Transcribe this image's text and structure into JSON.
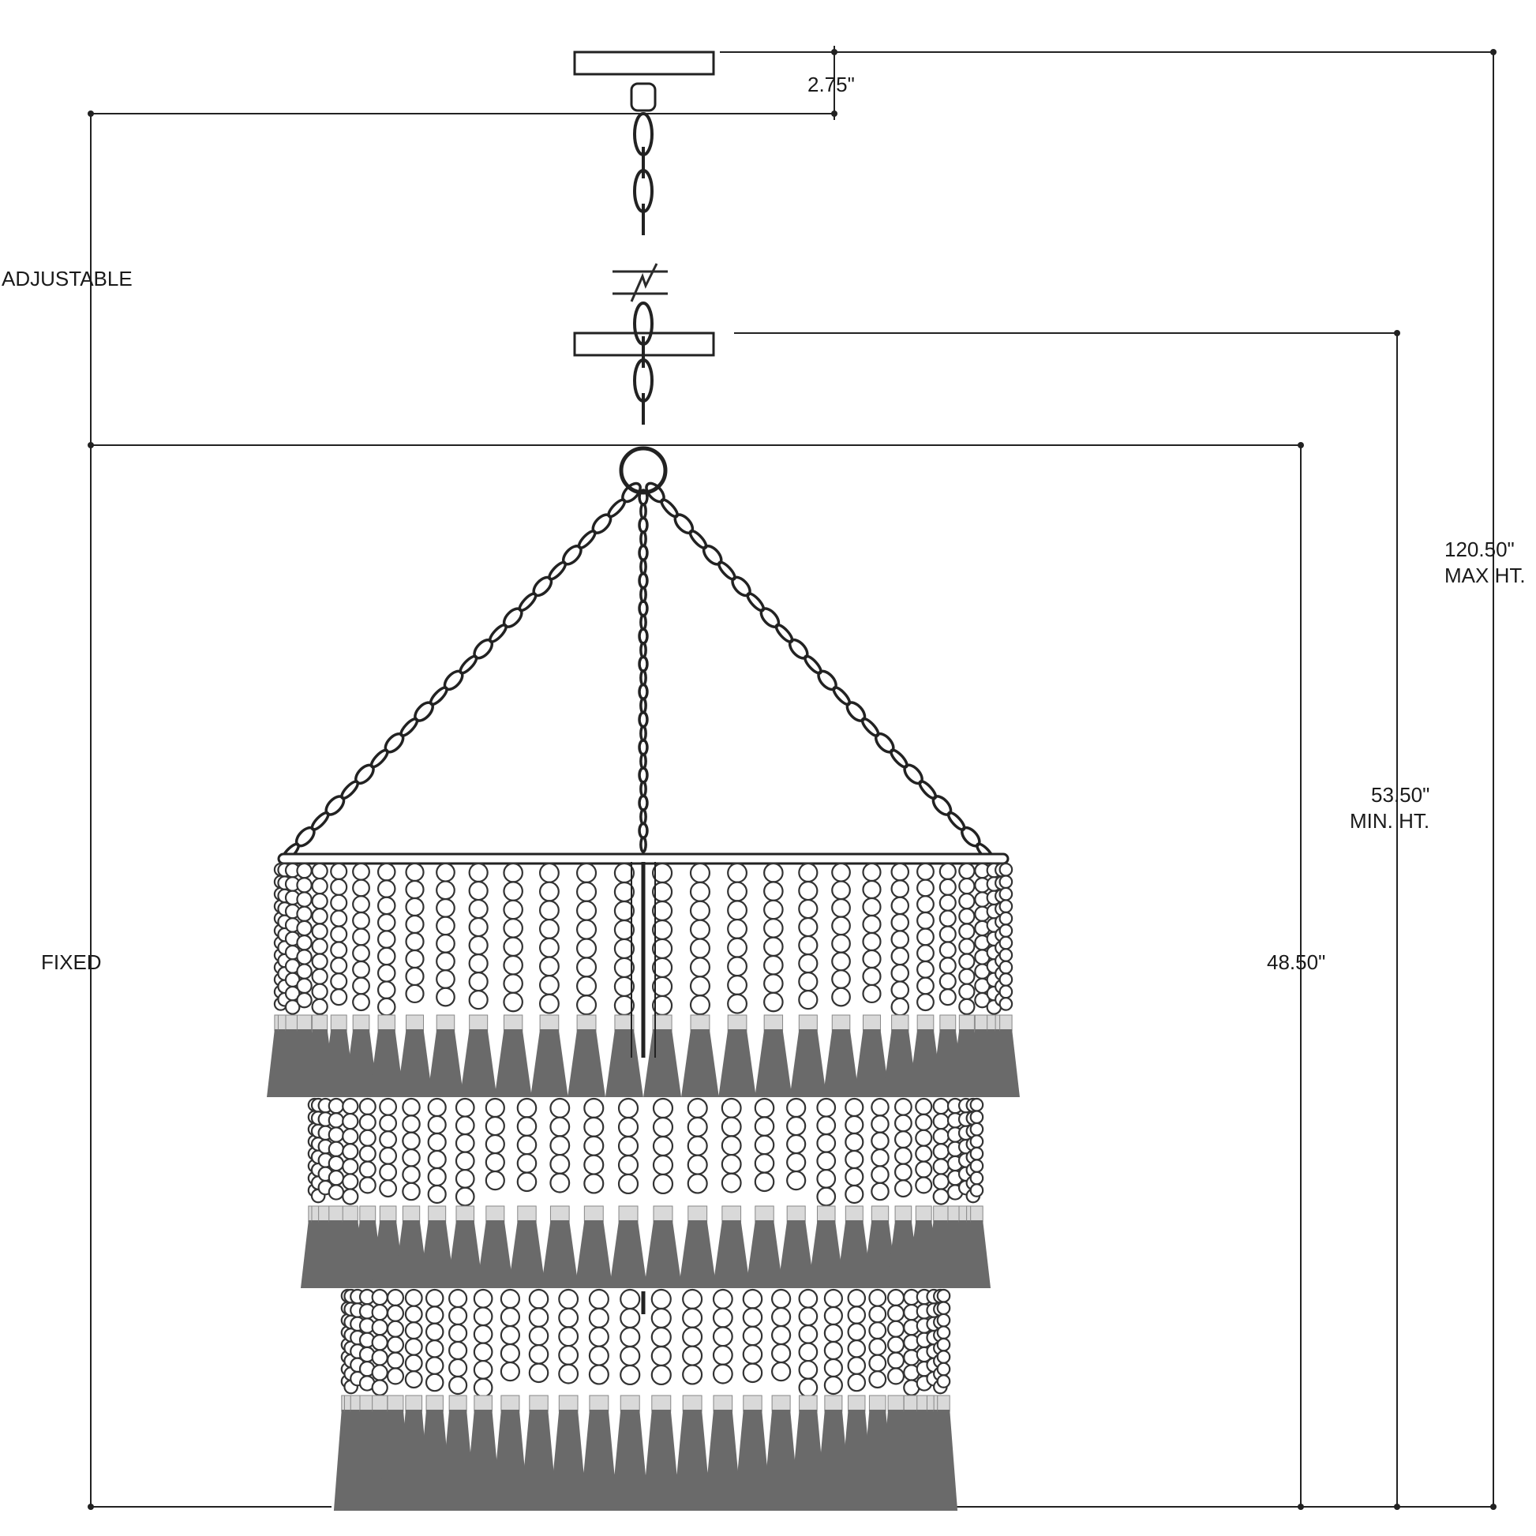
{
  "dimensions": {
    "canopy_height": "2.75\"",
    "adjustable_label": "ADJUSTABLE",
    "fixed_label": "FIXED",
    "fixed_height": "48.50\"",
    "min_height_value": "53.50\"",
    "min_height_label": "MIN. HT.",
    "max_height_value": "120.50\"",
    "max_height_label": "MAX HT."
  }
}
